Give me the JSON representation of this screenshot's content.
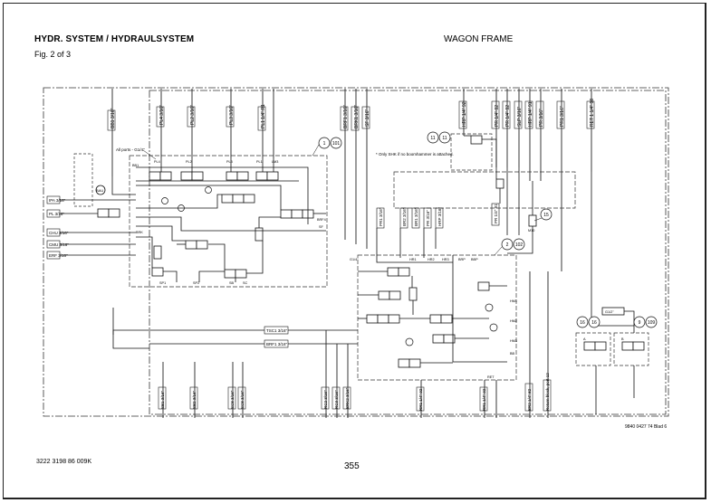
{
  "header": {
    "title": "HYDR. SYSTEM / HYDRAULSYSTEM",
    "figure": "Fig. 2 of 3",
    "section": "WAGON FRAME"
  },
  "footer": {
    "doc_number": "3222 3198 86  009K",
    "page_number": "355",
    "drawing_number": "9840 0427 74 Blad 6"
  },
  "diagram": {
    "callouts": [
      {
        "id": "c1",
        "label": "1",
        "ref": "101"
      },
      {
        "id": "c2",
        "label": "2",
        "ref": "102"
      },
      {
        "id": "c11",
        "label": "11",
        "ref": "11"
      },
      {
        "id": "c15",
        "label": "15",
        "ref": ""
      },
      {
        "id": "c16",
        "label": "16",
        "ref": "16"
      },
      {
        "id": "c9",
        "label": "9",
        "ref": "109"
      }
    ],
    "notes": {
      "all_ports": "All ports - G1/4\"",
      "boom_note": "* Only SHK if no boomhammer is attached.",
      "bau": "BAU"
    },
    "top_ports": [
      "BB1 3/16\"",
      "PL4 3/16\"",
      "PL2 3/16\"",
      "PL3 3/16\"",
      "PL1 1/4\" R1",
      "BRF1 3/16\"",
      "BRK1 3/16\"",
      "SF 3/16\"",
      "HRP 1/4\" 92",
      "PR 1/4\" 92",
      "PR 1/4\" 92",
      "SLP 3/16\"",
      "HRP 1/4\" 91",
      "PR 3/16\"",
      "PR1 3/16\"",
      "RET 1 1/4\" 98"
    ],
    "bottom_ports": [
      "SB1 3/16\"",
      "SB2 3/16\"",
      "SC8 3/16\"",
      "SC8 3/16\"",
      "RC2 3/16\"",
      "RC3 3/16\"",
      "BRK2 3/16\"",
      "RR1 1/4\" 92",
      "RR1 1/4\" 92",
      "BR2 1/4\" 82",
      "Return block, port 12"
    ],
    "left_ports": [
      "IPA 3/16\"",
      "PL 3/16\"",
      "CHU 3/16\"",
      "CMU 3/16\"",
      "ERF 3/16\""
    ],
    "lines": [
      "TSC1 3/16\"",
      "BRF1 3/16\""
    ],
    "mid_ports": [
      "PR1 3/16\"",
      "BR2 3/16\"",
      "BR1 3/16\"",
      "PR 3/16\"",
      "HRP 3/16\"",
      "PR 1/4\" 91"
    ],
    "valve_labels": [
      "PL4",
      "PL2",
      "PL3",
      "PL1",
      "LM3",
      "BB1",
      "SF",
      "BRF4",
      "BRK",
      "SP1",
      "SP2",
      "SB",
      "SC",
      "HR1",
      "HR2",
      "HR3",
      "BRP",
      "BBP",
      "HM1",
      "HM2",
      "HM3",
      "BB",
      "RET",
      "G1/4\"",
      "G1/2\"",
      "M10",
      "A",
      "B"
    ]
  }
}
